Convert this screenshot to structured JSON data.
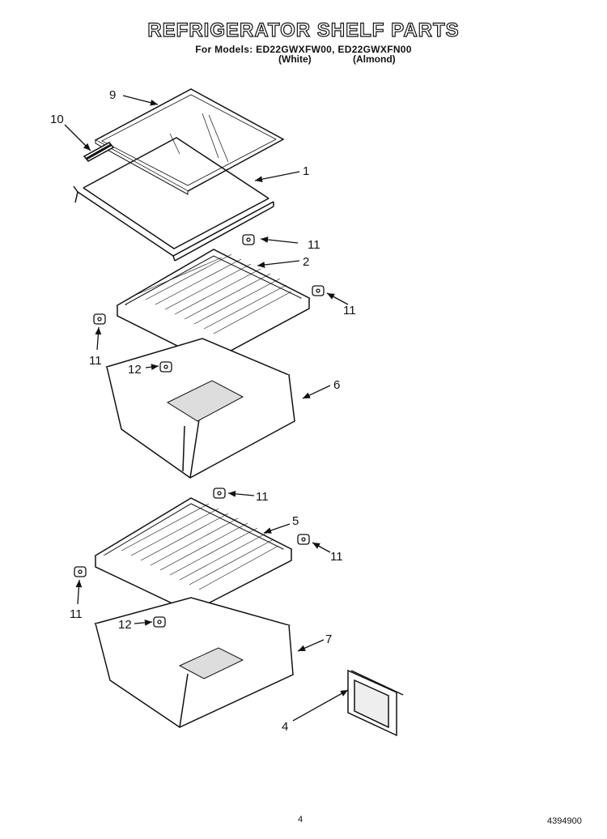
{
  "header": {
    "title": "REFRIGERATOR SHELF PARTS",
    "models_line": "For Models: ED22GWXFW00, ED22GWXFN00",
    "variant_white": "(White)",
    "variant_almond": "(Almond)"
  },
  "callouts": [
    "9",
    "10",
    "1",
    "11",
    "2",
    "11",
    "11",
    "12",
    "6",
    "11",
    "5",
    "11",
    "11",
    "12",
    "7",
    "4"
  ],
  "footer": {
    "page_number": "4",
    "doc_code": "4394900"
  }
}
